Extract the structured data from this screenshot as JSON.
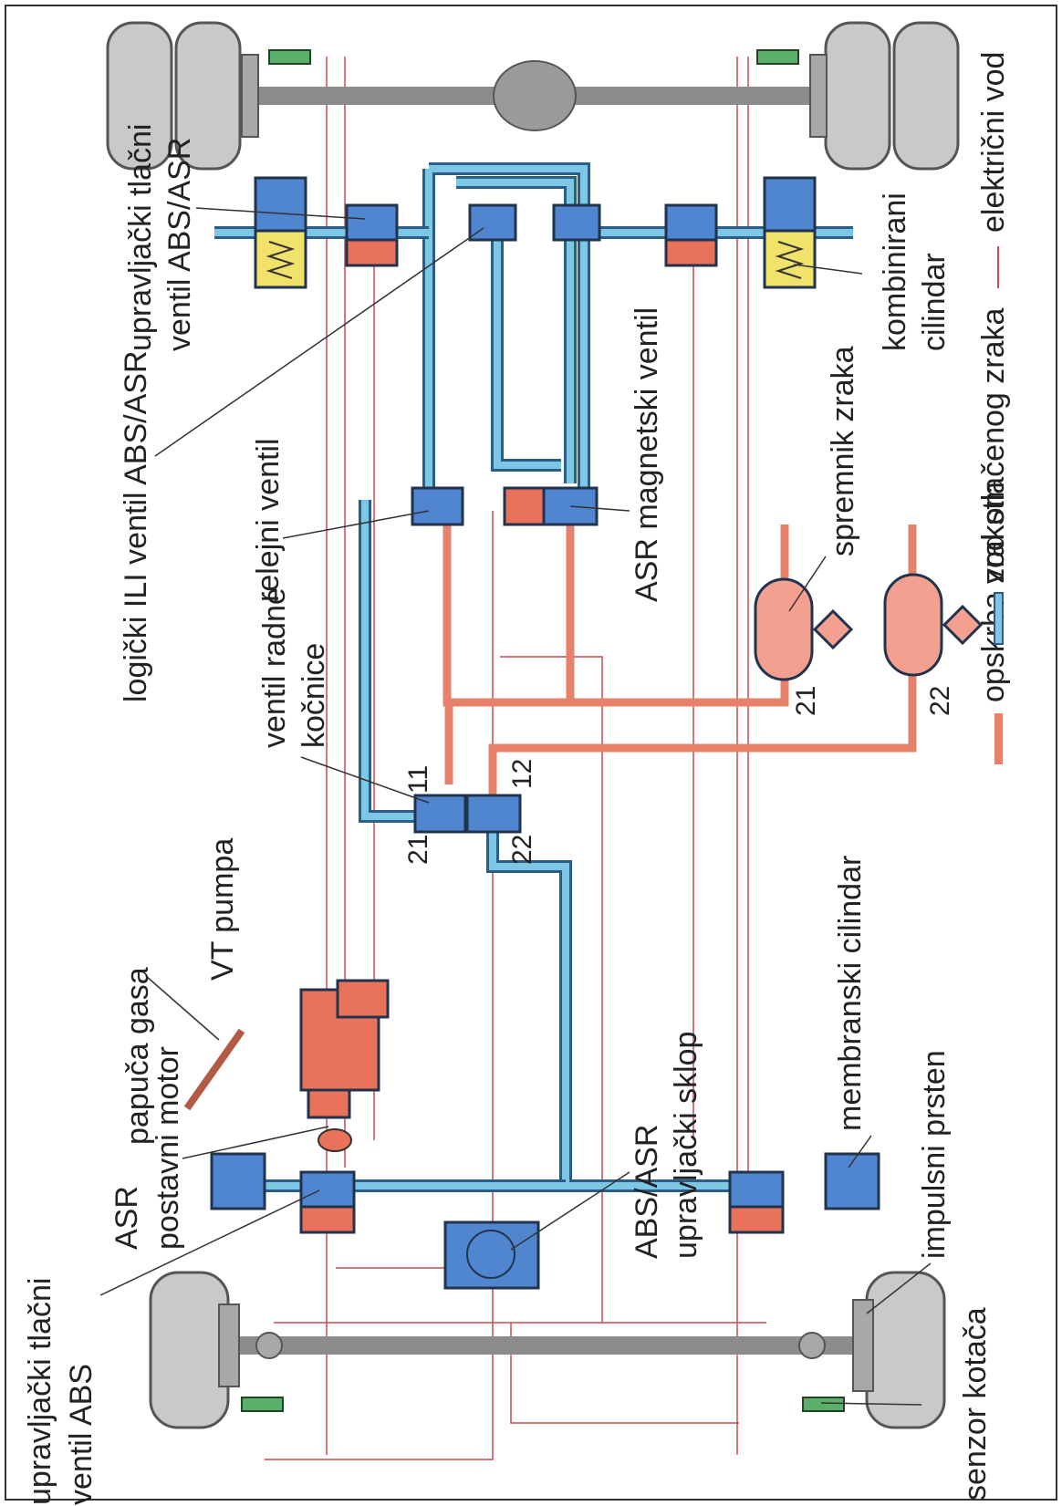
{
  "legend": {
    "supply": "opskrba zrakom",
    "compressed": "vod stlačenog zraka",
    "electric": "električni vod"
  },
  "labels": {
    "control_valve_abs": [
      "upravljački tlačni",
      "ventil ABS"
    ],
    "asr_motor": [
      "ASR",
      "postavni motor"
    ],
    "throttle_pedal": "papuča gasa",
    "vt_pump": "VT pumpa",
    "service_brake_valve": [
      "ventil radne",
      "kočnice"
    ],
    "logic_or_valve": "logički ILI ventil ABS/ASR",
    "relay_valve": "relejni ventil",
    "asr_solenoid_valve": "ASR magnetski ventil",
    "control_valve_abs_asr": [
      "upravljački tlačni",
      "ventil ABS/ASR"
    ],
    "combined_cylinder": [
      "kombinirani",
      "cilindar"
    ],
    "air_tank": "spremnik zraka",
    "control_unit": [
      "ABS/ASR",
      "upravljački sklop"
    ],
    "diaphragm_cylinder": "membranski cilindar",
    "impulse_ring": "impulsni prsten",
    "wheel_sensor": "senzor kotača"
  },
  "port_numbers": {
    "valve_21": "21",
    "valve_11": "11",
    "valve_22": "22",
    "valve_12": "12",
    "tank_21": "21",
    "tank_22": "22"
  },
  "colors": {
    "compressed_air": "#7ec6e6",
    "supply_air": "#e6826b",
    "electric": "#c94a55",
    "valve_blue": "#4f86cf",
    "solenoid_red": "#e8735a",
    "spring_yellow": "#f0e26a",
    "tank_pink": "#f4a090",
    "sensor_green": "#5ab06a"
  }
}
